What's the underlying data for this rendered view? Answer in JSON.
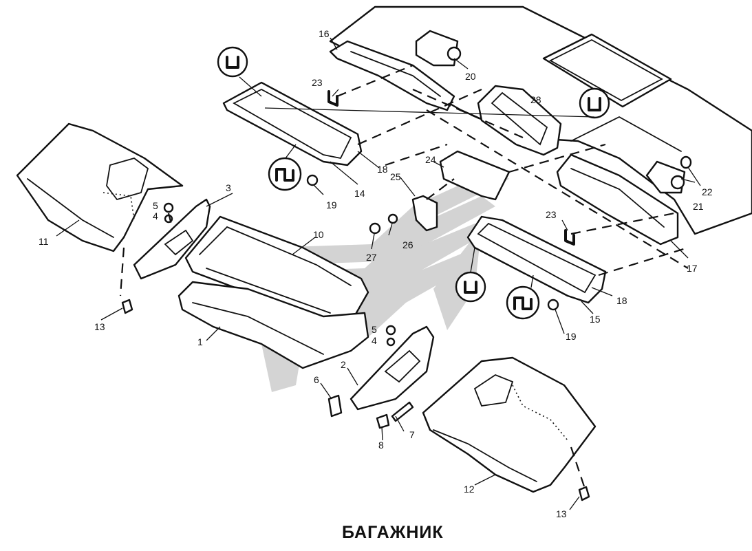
{
  "title": "БАГАЖНИК",
  "watermark_color": "#cfcfcf",
  "line_color": "#111111",
  "callouts": {
    "c1": "1",
    "c2": "2",
    "c3": "3",
    "c4a": "4",
    "c4b": "4",
    "c5a": "5",
    "c5b": "5",
    "c6": "6",
    "c7": "7",
    "c8": "8",
    "c10": "10",
    "c11": "11",
    "c12": "12",
    "c13a": "13",
    "c13b": "13",
    "c14": "14",
    "c15": "15",
    "c16": "16",
    "c17": "17",
    "c18a": "18",
    "c18b": "18",
    "c19a": "19",
    "c19b": "19",
    "c20": "20",
    "c21": "21",
    "c22": "22",
    "c23a": "23",
    "c23b": "23",
    "c24": "24",
    "c25": "25",
    "c26": "26",
    "c27": "27",
    "c28": "28"
  }
}
